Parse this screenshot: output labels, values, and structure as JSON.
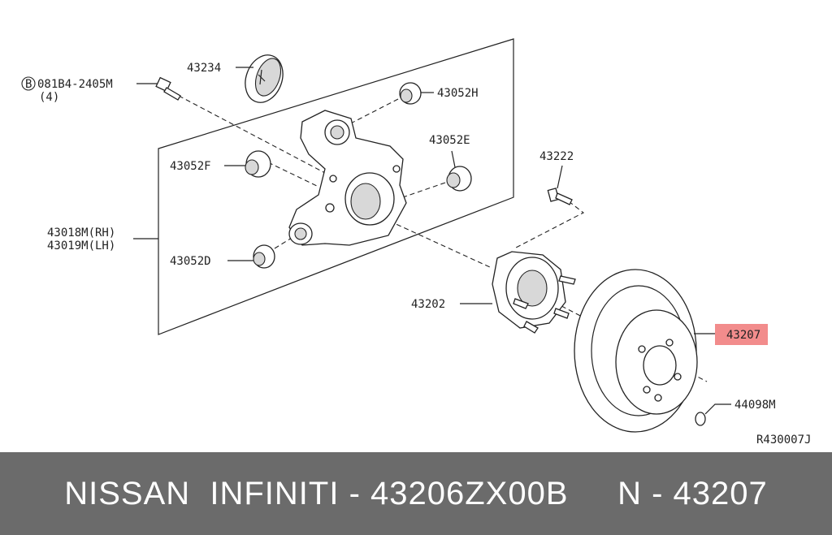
{
  "labels": {
    "bolt": "081B4-2405M",
    "bolt_qty": "(4)",
    "bolt_prefix": "B",
    "cap": "43234",
    "bush_h": "43052H",
    "bush_e": "43052E",
    "bush_f": "43052F",
    "knuckle_rh": "43018M(RH)",
    "knuckle_lh": "43019M(LH)",
    "bush_d": "43052D",
    "stud": "43222",
    "hub": "43202",
    "rotor": "43207",
    "screw": "44098M",
    "ref": "R430007J"
  },
  "colors": {
    "highlight": "#f28c8c",
    "footer_bg": "#6b6b6b",
    "footer_text": "#ffffff"
  },
  "footer": {
    "text": "NISSAN  INFINITI - 43206ZX00B     N - 43207"
  }
}
